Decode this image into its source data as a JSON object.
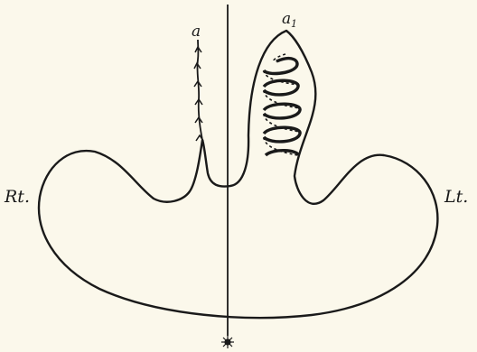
{
  "labels": {
    "left_side": "Rt.",
    "right_side": "Lt.",
    "shoot_left": "a",
    "shoot_right": "a",
    "shoot_right_subscript": "1"
  },
  "colors": {
    "paper": "#fbf8eb",
    "ink": "#1a1a1a"
  },
  "icons": {
    "light_source": "sun-icon",
    "growth_direction": "arrow-up-icon"
  }
}
